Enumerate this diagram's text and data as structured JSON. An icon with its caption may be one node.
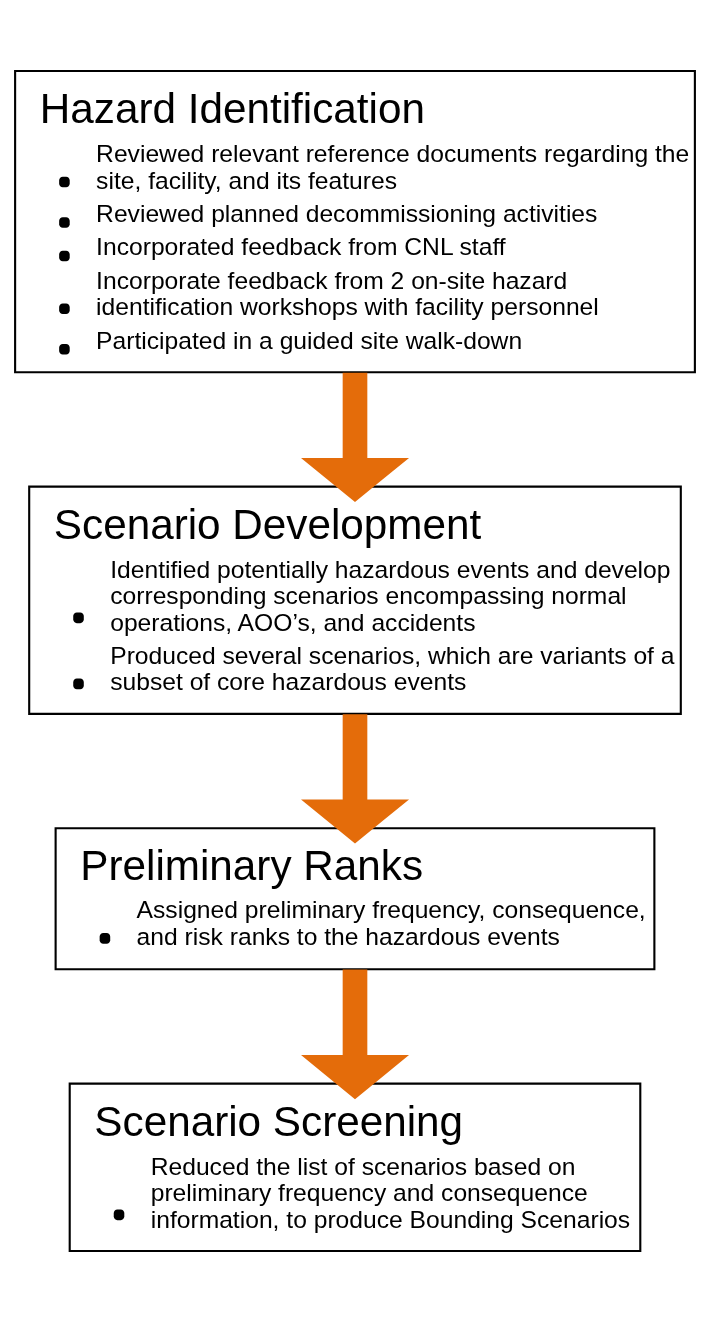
{
  "diagram": {
    "nodes": [
      {
        "text": [
          "Hazard Identification",
          "Reviewed relevant reference documents regarding the site, facility, and its features",
          "Reviewed planned decommissioning activities",
          "Incorporated feedback from CNL staff",
          "Incorporate feedback from 2 on-site hazard identification workshops with facility personnel",
          "Participated in a guided site walk-down"
        ]
      },
      {
        "text": [
          "Scenario Development",
          "Identified potentially hazardous events and develop corresponding scenarios encompassing normal operations, AOO’s, and accidents",
          "Produced several scenarios, which are variants of a subset of core hazardous events"
        ]
      },
      {
        "text": [
          "Preliminary Ranks",
          "Assigned preliminary frequency, consequence, and risk ranks to the hazardous events"
        ]
      },
      {
        "text": [
          "Scenario Screening",
          "Reduced the list of scenarios based on preliminary frequency and consequence information, to produce Bounding Scenarios"
        ]
      }
    ],
    "edges": [
      {
        "from": 0,
        "to": 1,
        "arrow": "to"
      },
      {
        "from": 1,
        "to": 2,
        "arrow": "to"
      },
      {
        "from": 2,
        "to": 3,
        "arrow": "to"
      }
    ]
  }
}
